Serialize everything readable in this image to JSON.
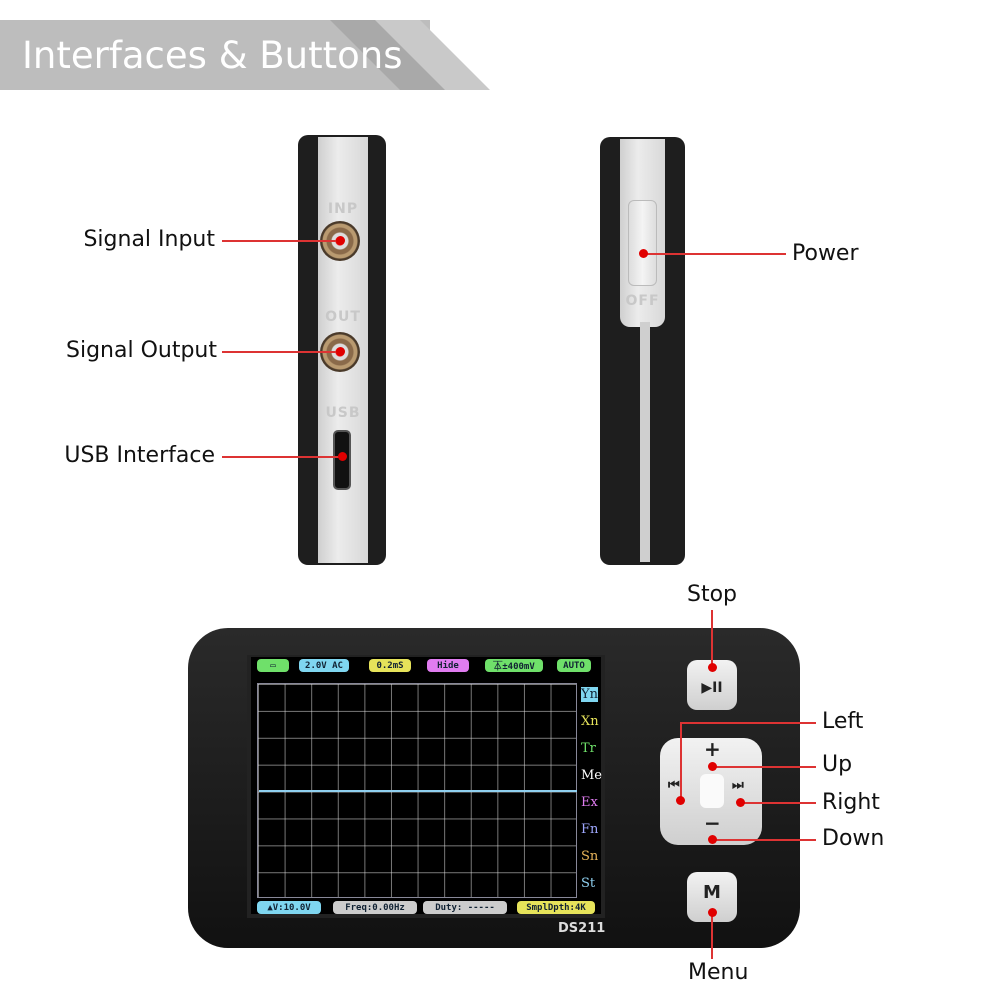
{
  "header": {
    "title": "Interfaces & Buttons"
  },
  "side_left": {
    "etch_inp": "INP",
    "etch_out": "OUT",
    "etch_usb": "USB",
    "labels": [
      "Signal Input",
      "Signal Output",
      "USB Interface"
    ]
  },
  "side_right": {
    "etch_off": "OFF",
    "label": "Power"
  },
  "front": {
    "model": "DS211",
    "buttons": {
      "stop": "Stop",
      "left": "Left",
      "up": "Up",
      "right": "Right",
      "down": "Down",
      "menu": "Menu"
    },
    "button_glyphs": {
      "play_pause": "▶II",
      "prev": "⏮",
      "next": "⏭",
      "plus": "+",
      "minus": "−",
      "menu": "M"
    }
  },
  "screen": {
    "top": {
      "battery": "battery-icon",
      "volt": "2.0V AC",
      "time": "0.2mS",
      "hide": "Hide",
      "trigger": "⏄±400mV",
      "mode": "AUTO"
    },
    "menu": [
      "Yn",
      "Xn",
      "Tr",
      "Me",
      "Ex",
      "Fn",
      "Sn",
      "St"
    ],
    "bottom": {
      "dv": "▲V:10.0V",
      "freq": "Freq:0.00Hz",
      "duty": "Duty: -----",
      "depth": "SmplDpth:4K"
    },
    "colors": {
      "volt": "#7fd6f0",
      "time": "#e6e35a",
      "hide": "#e07cf0",
      "trigger": "#6fe06a",
      "mode": "#6fe06a",
      "trace": "#8fd0f0"
    }
  }
}
